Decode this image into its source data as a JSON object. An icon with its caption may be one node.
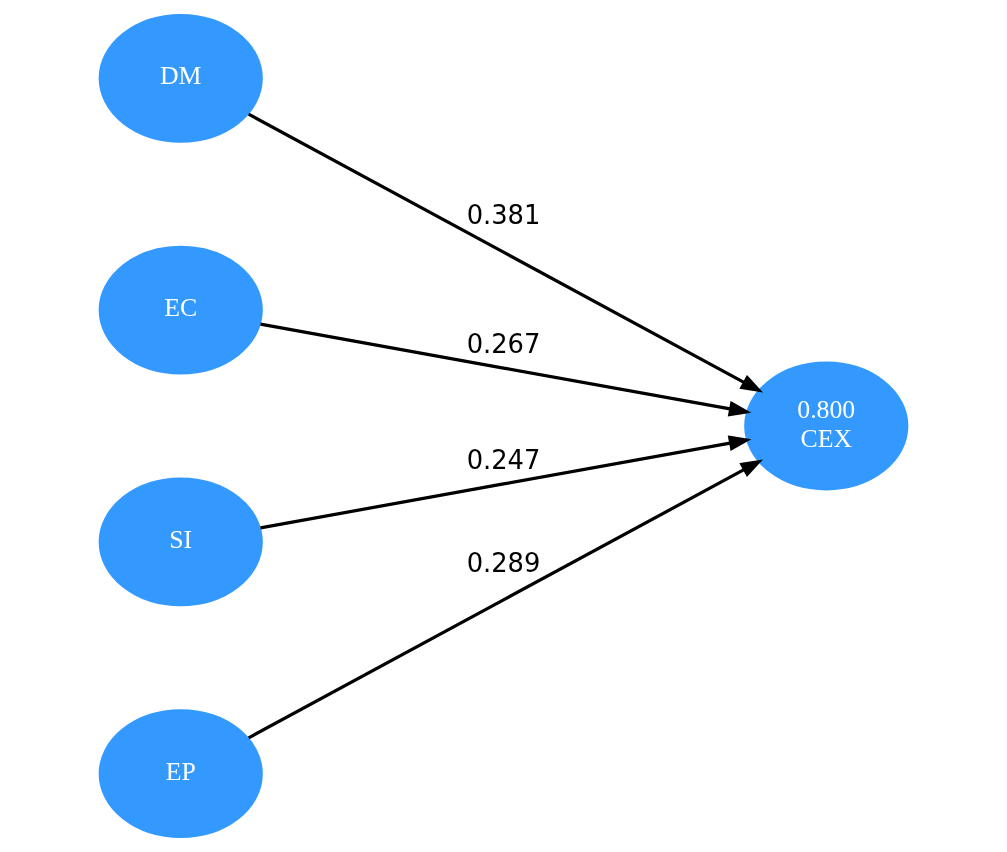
{
  "diagram": {
    "nodes": [
      {
        "text": [
          "DM"
        ]
      },
      {
        "text": [
          "EC"
        ]
      },
      {
        "text": [
          "SI"
        ]
      },
      {
        "text": [
          "EP"
        ]
      },
      {
        "text": [
          "0.800",
          "CEX"
        ]
      }
    ],
    "edges": [
      {
        "from": 0,
        "to": 4,
        "arrow": "to",
        "label": "0.381"
      },
      {
        "from": 1,
        "to": 4,
        "arrow": "to",
        "label": "0.267"
      },
      {
        "from": 2,
        "to": 4,
        "arrow": "to",
        "label": "0.247"
      },
      {
        "from": 3,
        "to": 4,
        "arrow": "to",
        "label": "0.289"
      }
    ]
  }
}
